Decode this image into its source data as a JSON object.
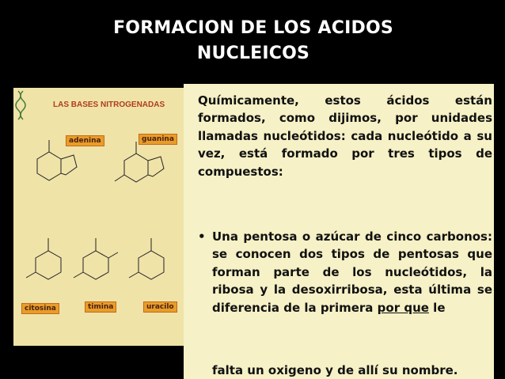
{
  "title": {
    "line1": "FORMACION DE LOS ACIDOS",
    "line2": "NUCLEICOS"
  },
  "figure": {
    "heading": "LAS BASES NITROGENADAS",
    "labels": {
      "adenina": "adenina",
      "guanina": "guanina",
      "citosina": "citosina",
      "timina": "timina",
      "uracilo": "uracilo"
    }
  },
  "text": {
    "paragraph": "Químicamente, estos ácidos están formados, como dijimos, por unidades llamadas nucleótidos: cada nucleótido a su vez, está formado por tres tipos de compuestos:",
    "bullet_marker": "•",
    "bullet_before": "Una pentosa o azúcar de cinco carbonos: se conocen dos tipos de pentosas que forman parte de los nucleótidos, la ribosa y la desoxirribosa, esta última se diferencia de la primera",
    "bullet_underlined": "por que",
    "bullet_after_word": "le",
    "bullet_last_line": "falta un oxigeno y de allí su nombre."
  }
}
